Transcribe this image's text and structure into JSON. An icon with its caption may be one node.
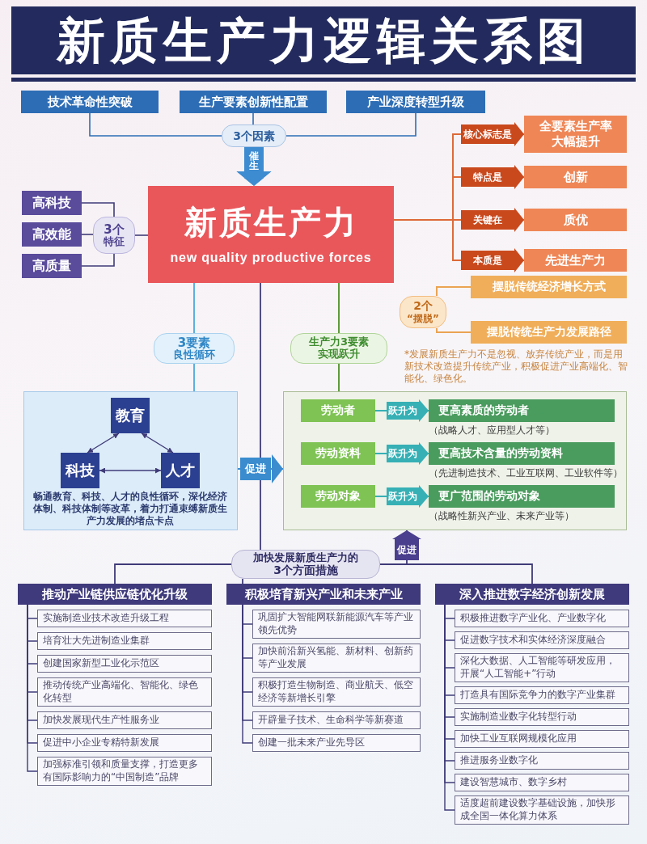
{
  "diagram": {
    "title": "新质生产力逻辑关系图",
    "nodes": [
      {
        "text": [
          "技术革命性突破"
        ]
      },
      {
        "text": [
          "生产要素创新性配置"
        ]
      },
      {
        "text": [
          "产业深度转型升级"
        ]
      },
      {
        "text": [
          "3个因素"
        ]
      },
      {
        "text": [
          "新质生产力",
          "new quality productive forces"
        ]
      },
      {
        "text": [
          "高科技"
        ]
      },
      {
        "text": [
          "高效能"
        ]
      },
      {
        "text": [
          "高质量"
        ]
      },
      {
        "text": [
          "3个",
          "特征"
        ]
      },
      {
        "text": [
          "全要素生产率大幅提升"
        ]
      },
      {
        "text": [
          "创新"
        ]
      },
      {
        "text": [
          "质优"
        ]
      },
      {
        "text": [
          "先进生产力"
        ]
      },
      {
        "text": [
          "2个",
          "“摆脱”"
        ]
      },
      {
        "text": [
          "摆脱传统经济增长方式"
        ]
      },
      {
        "text": [
          "摆脱传统生产力发展路径"
        ]
      },
      {
        "text": [
          "3要素",
          "良性循环"
        ]
      },
      {
        "text": [
          "生产力3要素",
          "实现跃升"
        ]
      },
      {
        "text": [
          "畅通教育、科技、人才的良性循环，深化经济体制、科技体制等改革，着力打通束缚新质生产力发展的堵点卡点"
        ]
      },
      {
        "text": [
          "教育"
        ],
        "in": 18
      },
      {
        "text": [
          "科技"
        ],
        "in": 18
      },
      {
        "text": [
          "人才"
        ],
        "in": 18
      },
      {
        "text": [],
        "shape": "box"
      },
      {
        "text": [
          "劳动者"
        ],
        "in": 22
      },
      {
        "text": [
          "更高素质的劳动者"
        ],
        "in": 22,
        "beside": [
          "（战略人才、应用型人才等）"
        ]
      },
      {
        "text": [
          "劳动资料"
        ],
        "in": 22
      },
      {
        "text": [
          "更高技术含量的劳动资料"
        ],
        "in": 22,
        "beside": [
          "（先进制造技术、工业互联网、工业软件等）"
        ]
      },
      {
        "text": [
          "劳动对象"
        ],
        "in": 22
      },
      {
        "text": [
          "更广范围的劳动对象"
        ],
        "in": 22,
        "beside": [
          "（战略性新兴产业、未来产业等）"
        ]
      },
      {
        "text": [
          "加快发展新质生产力的",
          "3个方面措施"
        ]
      },
      {
        "text": [
          "推动产业链供应链优化升级"
        ]
      },
      {
        "text": [
          "实施制造业技术改造升级工程"
        ]
      },
      {
        "text": [
          "培育壮大先进制造业集群"
        ]
      },
      {
        "text": [
          "创建国家新型工业化示范区"
        ]
      },
      {
        "text": [
          "推动传统产业高端化、智能化、绿色化转型"
        ]
      },
      {
        "text": [
          "加快发展现代生产性服务业"
        ]
      },
      {
        "text": [
          "促进中小企业专精特新发展"
        ]
      },
      {
        "text": [
          "加强标准引领和质量支撑，打造更多有国际影响力的“中国制造”品牌"
        ]
      },
      {
        "text": [
          "积极培育新兴产业和未来产业"
        ]
      },
      {
        "text": [
          "巩固扩大智能网联新能源汽车等产业领先优势"
        ]
      },
      {
        "text": [
          "加快前沿新兴氢能、新材料、创新药等产业发展"
        ]
      },
      {
        "text": [
          "积极打造生物制造、商业航天、低空经济等新增长引擎"
        ]
      },
      {
        "text": [
          "开辟量子技术、生命科学等新赛道"
        ]
      },
      {
        "text": [
          "创建一批未来产业先导区"
        ]
      },
      {
        "text": [
          "深入推进数字经济创新发展"
        ]
      },
      {
        "text": [
          "积极推进数字产业化、产业数字化"
        ]
      },
      {
        "text": [
          "促进数字技术和实体经济深度融合"
        ]
      },
      {
        "text": [
          "深化大数据、人工智能等研发应用，开展“人工智能+”行动"
        ]
      },
      {
        "text": [
          "打造具有国际竞争力的数字产业集群"
        ]
      },
      {
        "text": [
          "实施制造业数字化转型行动"
        ]
      },
      {
        "text": [
          "加快工业互联网规模化应用"
        ]
      },
      {
        "text": [
          "推进服务业数字化"
        ]
      },
      {
        "text": [
          "建设智慧城市、数字乡村"
        ]
      },
      {
        "text": [
          "适度超前建设数字基础设施，加快形成全国一体化算力体系"
        ]
      }
    ],
    "edges": [
      {
        "from": 0,
        "to": 3,
        "arrow": "none",
        "color": "#2d6db5"
      },
      {
        "from": 1,
        "to": 3,
        "arrow": "none",
        "color": "#2d6db5"
      },
      {
        "from": 2,
        "to": 3,
        "arrow": "none",
        "color": "#2d6db5"
      },
      {
        "from": 3,
        "to": 4,
        "arrow": "to",
        "label": "催生",
        "style": "thick",
        "color": "#3d8bd0"
      },
      {
        "from": 5,
        "to": 8,
        "arrow": "none"
      },
      {
        "from": 6,
        "to": 8,
        "arrow": "none"
      },
      {
        "from": 7,
        "to": 8,
        "arrow": "none"
      },
      {
        "from": 8,
        "to": 4,
        "arrow": "none"
      },
      {
        "from": 4,
        "to": 9,
        "arrow": "to",
        "label": "核心标志是",
        "color": "#dd6a38"
      },
      {
        "from": 4,
        "to": 10,
        "arrow": "to",
        "label": "特点是",
        "color": "#dd6a38"
      },
      {
        "from": 4,
        "to": 11,
        "arrow": "to",
        "label": "关键在",
        "color": "#dd6a38"
      },
      {
        "from": 4,
        "to": 12,
        "arrow": "to",
        "label": "本质是",
        "color": "#dd6a38"
      },
      {
        "from": 13,
        "to": 14,
        "arrow": "none",
        "color": "#eaa452"
      },
      {
        "from": 13,
        "to": 15,
        "arrow": "none",
        "color": "#eaa452"
      },
      {
        "from": 4,
        "to": 16,
        "arrow": "none",
        "color": "#5bb0e0"
      },
      {
        "from": 16,
        "to": 18,
        "arrow": "none",
        "color": "#5bb0e0"
      },
      {
        "from": 4,
        "to": 17,
        "arrow": "none",
        "color": "#5e9b3b"
      },
      {
        "from": 17,
        "to": 22,
        "arrow": "none",
        "color": "#5e9b3b"
      },
      {
        "from": 19,
        "to": 20,
        "arrow": "both"
      },
      {
        "from": 19,
        "to": 21,
        "arrow": "both"
      },
      {
        "from": 20,
        "to": 21,
        "arrow": "both"
      },
      {
        "from": 18,
        "to": 22,
        "arrow": "to",
        "label": "促进",
        "color": "#3a8ccf"
      },
      {
        "from": 23,
        "to": 24,
        "arrow": "to",
        "label": "跃升为",
        "color": "#36b0b5"
      },
      {
        "from": 25,
        "to": 26,
        "arrow": "to",
        "label": "跃升为",
        "color": "#36b0b5"
      },
      {
        "from": 27,
        "to": 28,
        "arrow": "to",
        "label": "跃升为",
        "color": "#36b0b5"
      },
      {
        "from": 4,
        "to": 29,
        "arrow": "none"
      },
      {
        "from": 29,
        "to": 22,
        "arrow": "to",
        "label": "促进"
      },
      {
        "from": 29,
        "to": 30,
        "arrow": "none"
      },
      {
        "from": 29,
        "to": 38,
        "arrow": "none"
      },
      {
        "from": 29,
        "to": 44,
        "arrow": "none"
      },
      {
        "from": 30,
        "to": 31,
        "arrow": "none"
      },
      {
        "from": 30,
        "to": 32,
        "arrow": "none"
      },
      {
        "from": 30,
        "to": 33,
        "arrow": "none"
      },
      {
        "from": 30,
        "to": 34,
        "arrow": "none"
      },
      {
        "from": 30,
        "to": 35,
        "arrow": "none"
      },
      {
        "from": 30,
        "to": 36,
        "arrow": "none"
      },
      {
        "from": 30,
        "to": 37,
        "arrow": "none"
      },
      {
        "from": 38,
        "to": 39,
        "arrow": "none"
      },
      {
        "from": 38,
        "to": 40,
        "arrow": "none"
      },
      {
        "from": 38,
        "to": 41,
        "arrow": "none"
      },
      {
        "from": 38,
        "to": 42,
        "arrow": "none"
      },
      {
        "from": 38,
        "to": 43,
        "arrow": "none"
      },
      {
        "from": 44,
        "to": 45,
        "arrow": "none"
      },
      {
        "from": 44,
        "to": 46,
        "arrow": "none"
      },
      {
        "from": 44,
        "to": 47,
        "arrow": "none"
      },
      {
        "from": 44,
        "to": 48,
        "arrow": "none"
      },
      {
        "from": 44,
        "to": 49,
        "arrow": "none"
      },
      {
        "from": 44,
        "to": 50,
        "arrow": "none"
      },
      {
        "from": 44,
        "to": 51,
        "arrow": "none"
      },
      {
        "from": 44,
        "to": 52,
        "arrow": "none"
      },
      {
        "from": 44,
        "to": 53,
        "arrow": "none"
      }
    ],
    "labels": [
      "*发展新质生产力不是忽视、放弃传统产业，而是用新技术改造提升传统产业，积极促进产业高端化、智能化、绿色化。"
    ]
  }
}
